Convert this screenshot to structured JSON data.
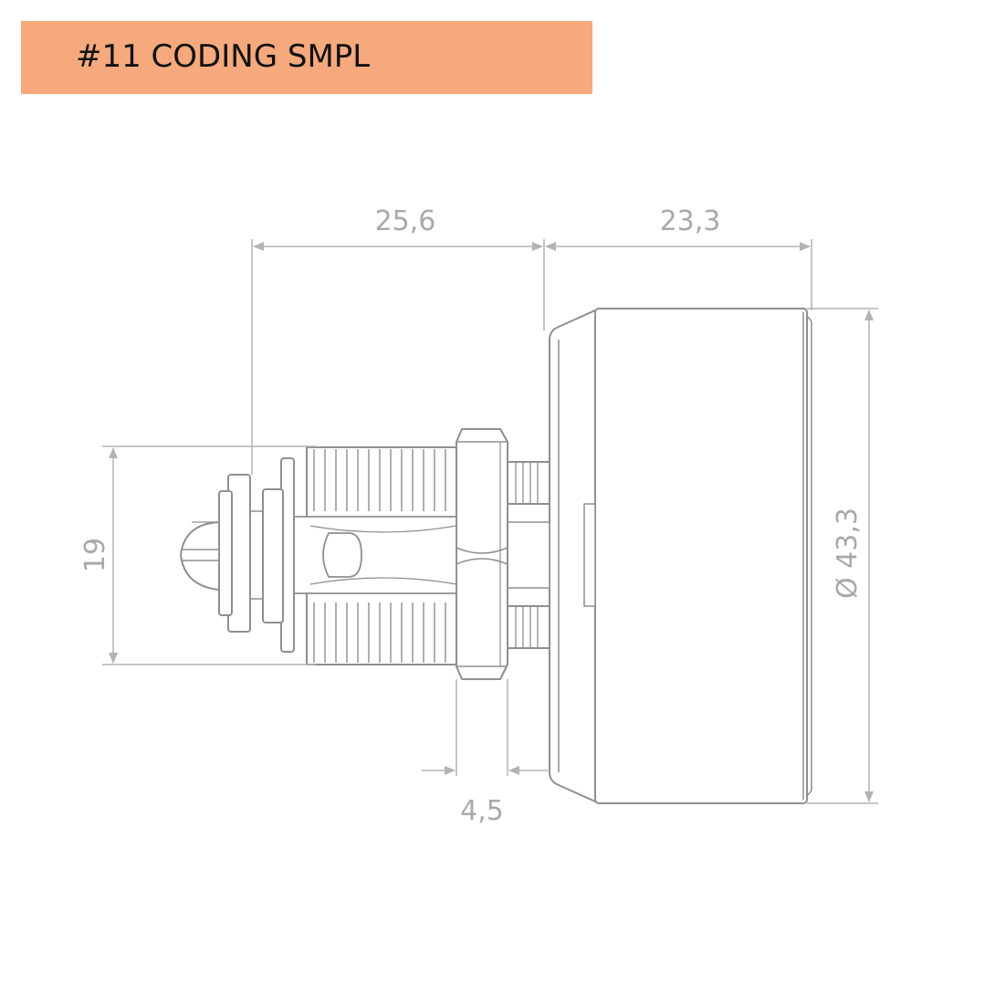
{
  "header": {
    "title": "#11 CODING SMPL"
  },
  "dimensions": {
    "length_shaft": "25,6",
    "length_body": "23,3",
    "height_left": "19",
    "diameter": "Ø 43,3",
    "nut_thickness": "4,5"
  },
  "colors": {
    "banner": "#f5a97c",
    "outline": "#8f8f8f",
    "dimension": "#a9a9a9"
  }
}
